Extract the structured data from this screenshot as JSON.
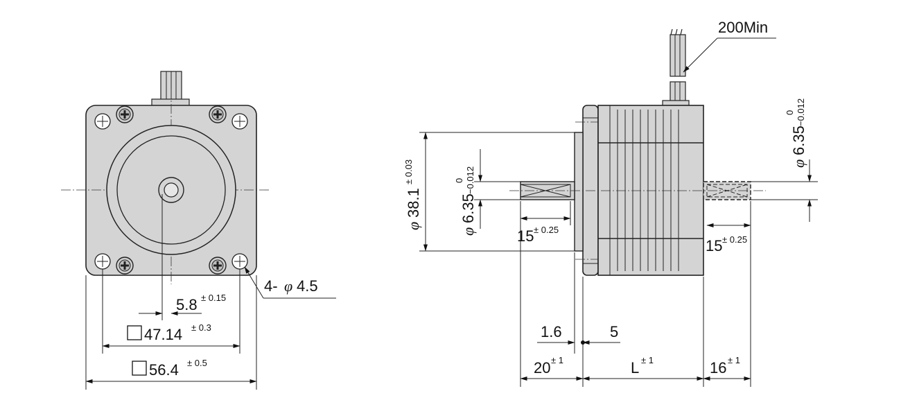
{
  "front_view": {
    "hole_callout": "4-",
    "hole_symbol": "φ",
    "hole_diameter": "4.5",
    "offset_value": "5.8",
    "offset_tol": "± 0.15",
    "pitch_value": "47.14",
    "pitch_tol": "± 0.3",
    "width_value": "56.4",
    "width_tol": "± 0.5"
  },
  "side_view": {
    "lead_length": "200Min",
    "rear_shaft_symbol": "φ",
    "rear_shaft_dia": "6.35",
    "rear_shaft_tol_upper": "0",
    "rear_shaft_tol_lower": "−0.012",
    "pilot_symbol": "φ",
    "pilot_dia": "38.1",
    "pilot_tol": "± 0.03",
    "front_shaft_symbol": "φ",
    "front_shaft_dia": "6.35",
    "front_shaft_tol_upper": "0",
    "front_shaft_tol_lower": "−0.012",
    "front_flat_value": "15",
    "front_flat_tol": "± 0.25",
    "rear_flat_value": "15",
    "rear_flat_tol": "± 0.25",
    "pilot_depth": "1.6",
    "flange_thickness": "5",
    "front_shaft_len_value": "20",
    "front_shaft_len_tol": "± 1",
    "body_len_value": "L",
    "body_len_tol": "± 1",
    "rear_shaft_len_value": "16",
    "rear_shaft_len_tol": "± 1"
  }
}
